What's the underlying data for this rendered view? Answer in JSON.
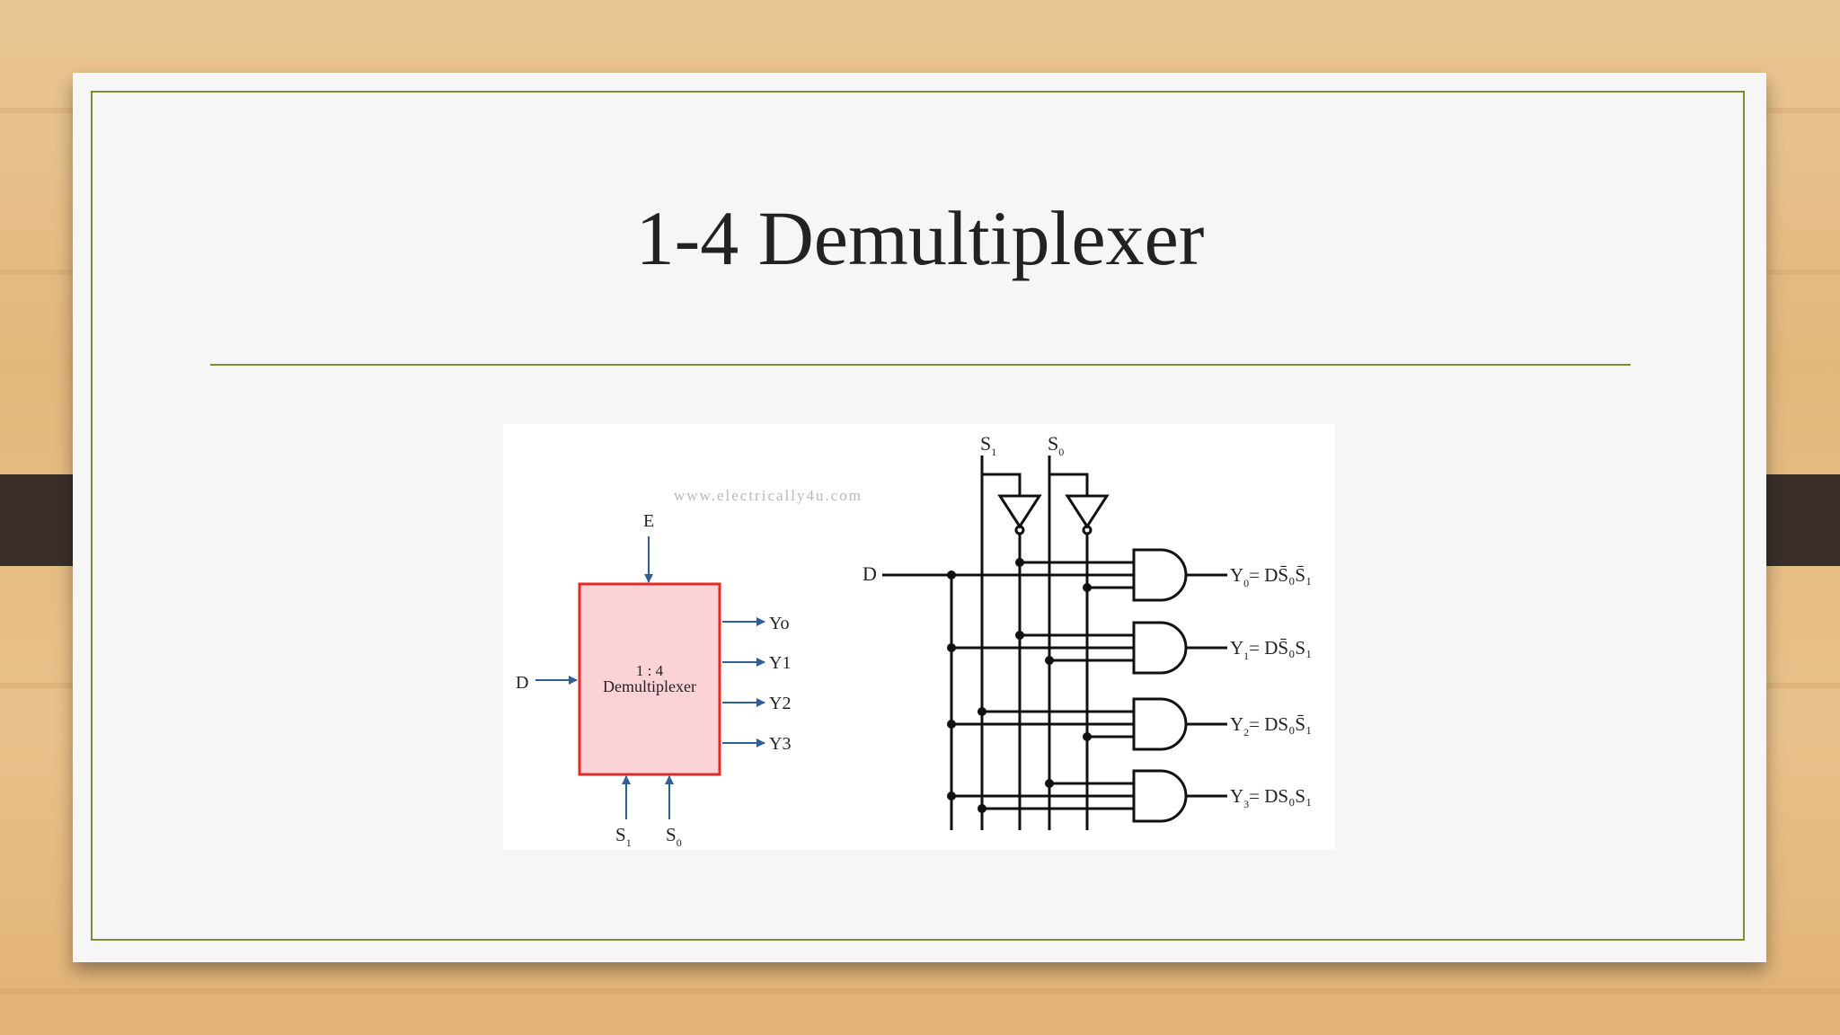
{
  "slide": {
    "title": "1-4 Demultiplexer"
  },
  "block_diagram": {
    "watermark": "www.electrically4u.com",
    "enable_label": "E",
    "data_label": "D",
    "block_ratio": "1 : 4",
    "block_name": "Demultiplexer",
    "outputs": [
      "Yo",
      "Y1",
      "Y2",
      "Y3"
    ],
    "select_labels": {
      "s1": "S",
      "s1_sub": "1",
      "s0": "S",
      "s0_sub": "0"
    }
  },
  "logic_circuit": {
    "input_label": "D",
    "select_labels": {
      "s1": "S",
      "s1_sub": "1",
      "s0": "S",
      "s0_sub": "0"
    },
    "equations": [
      {
        "y": "Y",
        "sub": "0",
        "rhs": "= DS̄₀S̄₁"
      },
      {
        "y": "Y",
        "sub": "1",
        "rhs": "= DS̄₀S₁"
      },
      {
        "y": "Y",
        "sub": "2",
        "rhs": "= DS₀S̄₁"
      },
      {
        "y": "Y",
        "sub": "3",
        "rhs": "= DS₀S₁"
      }
    ]
  },
  "colors": {
    "accent_line": "#7d8f2c",
    "block_fill": "#fbd2d6",
    "block_border": "#e02a2a",
    "arrow": "#2f5f98"
  }
}
